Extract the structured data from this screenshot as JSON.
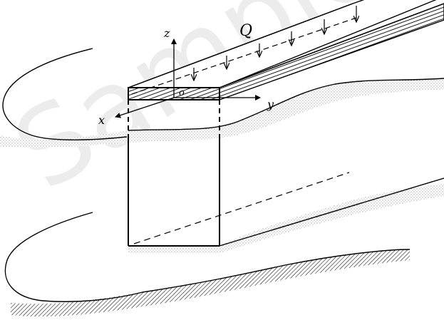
{
  "watermark": "Sample",
  "labels": {
    "load": "Q",
    "z_axis": "z",
    "y_axis": "y",
    "x_axis": "x",
    "origin": "o"
  },
  "colors": {
    "stroke": "#000000",
    "background": "#ffffff"
  }
}
